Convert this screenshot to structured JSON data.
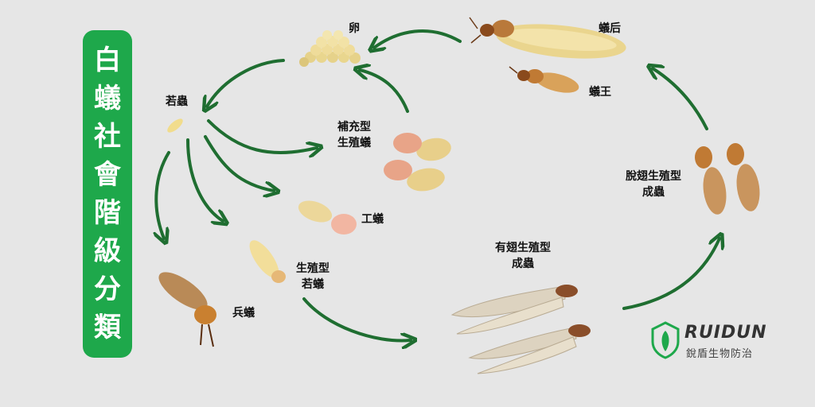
{
  "title": [
    "白",
    "蟻",
    "社",
    "會",
    "階",
    "級",
    "分",
    "類"
  ],
  "labels": {
    "egg": "卵",
    "queen": "蟻后",
    "king": "蟻王",
    "nymph": "若蟲",
    "supplementary": [
      "補充型",
      "生殖蟻"
    ],
    "worker": "工蟻",
    "soldier": "兵蟻",
    "repro_nymph": [
      "生殖型",
      "若蟻"
    ],
    "winged": [
      "有翅生殖型",
      "成蟲"
    ],
    "dealate": [
      "脫翅生殖型",
      "成蟲"
    ]
  },
  "logo": {
    "word": "RUIDUN",
    "sub": "銳盾生物防治"
  },
  "colors": {
    "accent": "#1ea84b",
    "arrow": "#1f6e31",
    "background": "#e6e6e6"
  }
}
